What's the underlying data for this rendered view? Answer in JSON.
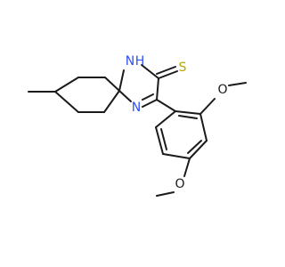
{
  "atoms": {
    "nh": "N",
    "h": "H",
    "n": "N",
    "s": "S",
    "o_top": "O",
    "o_bottom": "O"
  },
  "colors": {
    "bond": "#1a1a1a",
    "nitrogen": "#3050f8",
    "sulfur": "#b8a800",
    "oxygen": "#1a1a1a"
  }
}
